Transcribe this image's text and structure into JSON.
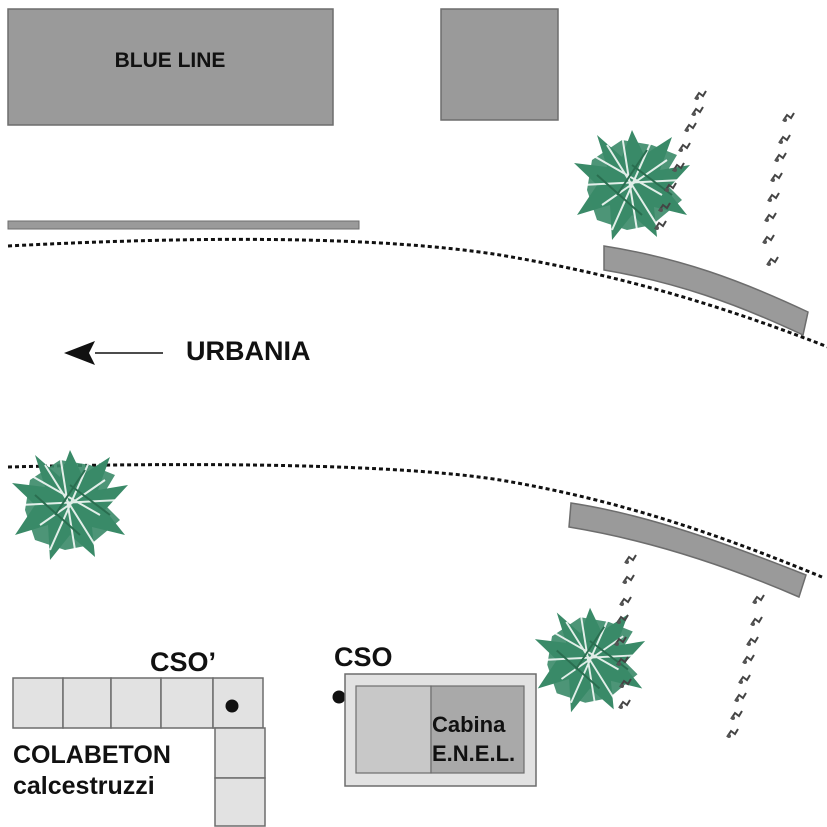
{
  "labels": {
    "blue_line": "BLUE LINE",
    "direction": "URBANIA",
    "cso_prime": "CSO’",
    "cso": "CSO",
    "colabeton_line1": "COLABETON",
    "colabeton_line2": "calcestruzzi",
    "cabina_line1": "Cabina",
    "cabina_line2": "E.N.E.L."
  },
  "icons": {
    "direction_arrow": "arrow-left-icon",
    "tree": "tree-icon",
    "shrub": "shrub-icon",
    "sampling_point": "dot-icon"
  },
  "colors": {
    "building": "#9a9a9a",
    "building_stroke": "#6d6d6d",
    "light_block": "#e2e2e2",
    "cabina_inner": "#a9a9a9",
    "tree": "#3a8a68",
    "road_edge": "#111111"
  }
}
